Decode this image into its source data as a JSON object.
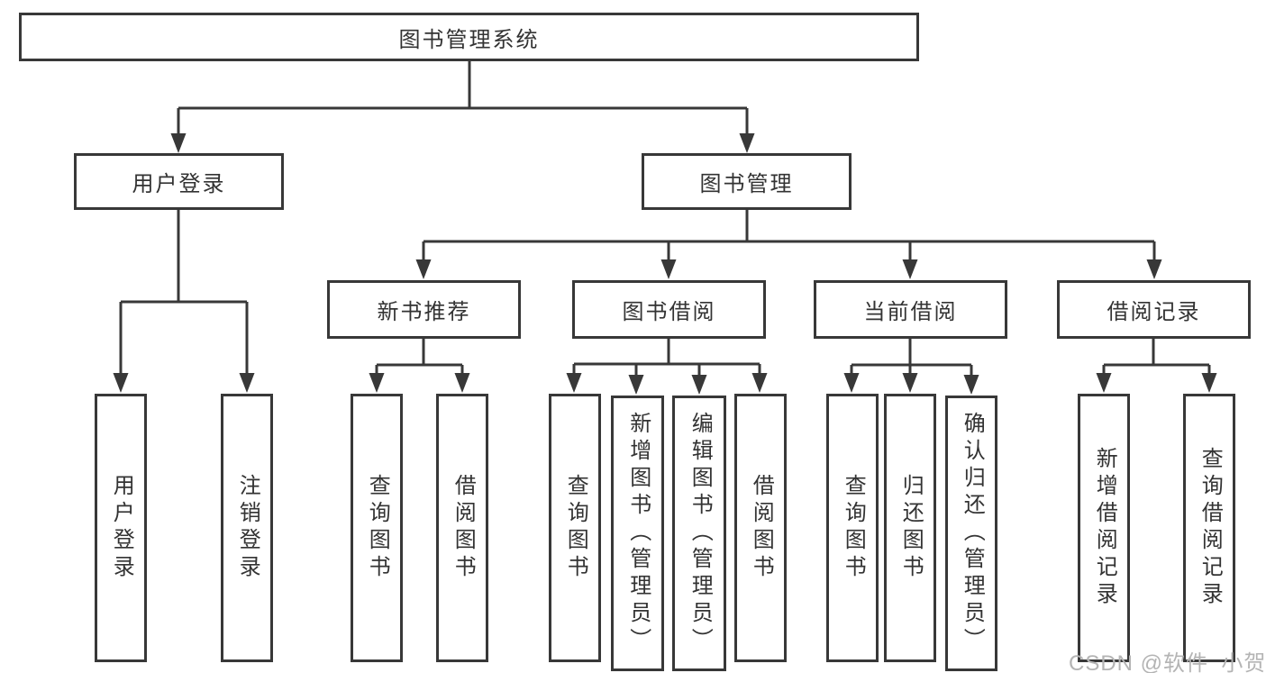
{
  "diagram_title": "图书管理系统",
  "tree": {
    "root": {
      "label": "图书管理系统"
    },
    "level2": {
      "user_login": {
        "label": "用户登录",
        "parent": "图书管理系统"
      },
      "book_management": {
        "label": "图书管理",
        "parent": "图书管理系统"
      }
    },
    "level3": {
      "new_book_recommendation": {
        "label": "新书推荐",
        "parent": "图书管理"
      },
      "book_borrowing": {
        "label": "图书借阅",
        "parent": "图书管理"
      },
      "current_borrowing": {
        "label": "当前借阅",
        "parent": "图书管理"
      },
      "borrowing_records": {
        "label": "借阅记录",
        "parent": "图书管理"
      }
    },
    "leaves": {
      "user_login": {
        "label": "用户登录",
        "parent": "用户登录"
      },
      "logout": {
        "label": "注销登录",
        "parent": "用户登录"
      },
      "query_books_rec": {
        "label": "查询图书",
        "parent": "新书推荐"
      },
      "borrow_books_rec": {
        "label": "借阅图书",
        "parent": "新书推荐"
      },
      "query_books_borrow": {
        "label": "查询图书",
        "parent": "图书借阅"
      },
      "add_books_admin": {
        "label": "新增图书（管理员）",
        "parent": "图书借阅"
      },
      "edit_books_admin": {
        "label": "编辑图书（管理员）",
        "parent": "图书借阅"
      },
      "borrow_books_borrow": {
        "label": "借阅图书",
        "parent": "图书借阅"
      },
      "query_books_current": {
        "label": "查询图书",
        "parent": "当前借阅"
      },
      "return_books": {
        "label": "归还图书",
        "parent": "当前借阅"
      },
      "confirm_return_admin": {
        "label": "确认归还（管理员）",
        "parent": "当前借阅"
      },
      "add_borrow_record": {
        "label": "新增借阅记录",
        "parent": "借阅记录"
      },
      "query_borrow_record": {
        "label": "查询借阅记录",
        "parent": "借阅记录"
      }
    }
  },
  "watermark": {
    "text": "CSDN @软件_小贺同学"
  },
  "colors": {
    "line": "#383838",
    "box_border": "#383838",
    "text": "#333333",
    "watermark": "#b4b4b4",
    "background": "#ffffff"
  }
}
